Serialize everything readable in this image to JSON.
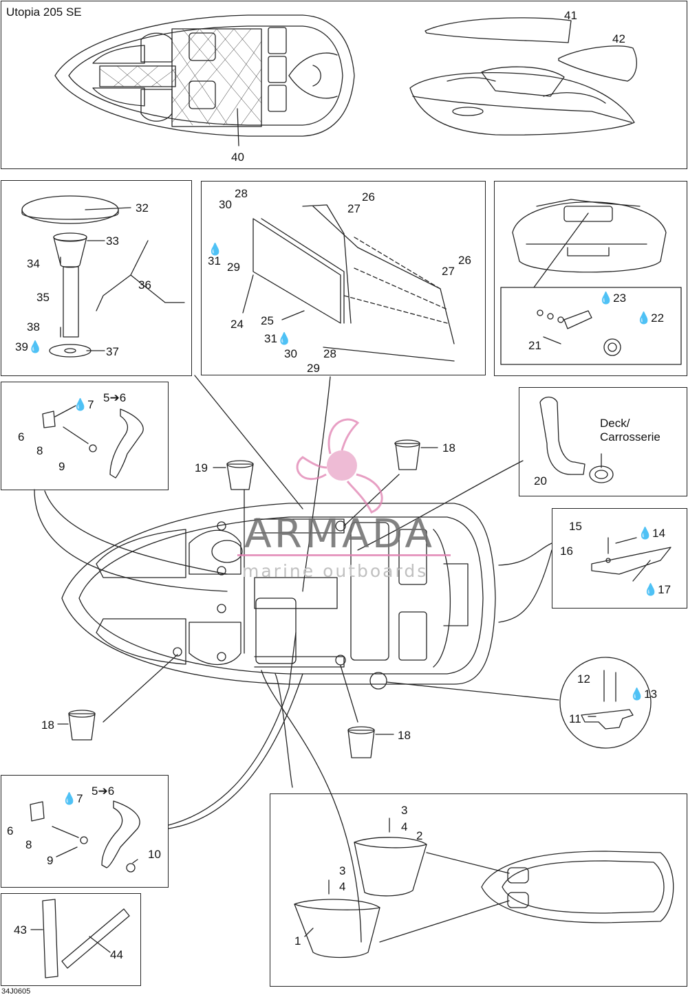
{
  "diagram": {
    "model_title": "Utopia 205 SE",
    "figure_code": "34J0605",
    "watermark": {
      "brand": "ARMADA",
      "tagline": "marine outboards",
      "accent_color": "#e07fb0"
    },
    "deck_label": "Deck/\nCarrosserie",
    "callouts": {
      "c1": "1",
      "c2": "2",
      "c3a": "3",
      "c3b": "3",
      "c4a": "4",
      "c4b": "4",
      "c5_6a": "5➔6",
      "c5_6b": "5➔6",
      "c6a": "6",
      "c6b": "6",
      "c7a": "7",
      "c7b": "7",
      "c8a": "8",
      "c8b": "8",
      "c9a": "9",
      "c9b": "9",
      "c10": "10",
      "c11": "11",
      "c12": "12",
      "c13": "13",
      "c14": "14",
      "c15": "15",
      "c16": "16",
      "c17": "17",
      "c18a": "18",
      "c18b": "18",
      "c18c": "18",
      "c19": "19",
      "c20": "20",
      "c21": "21",
      "c22": "22",
      "c23": "23",
      "c24": "24",
      "c25": "25",
      "c26a": "26",
      "c26b": "26",
      "c27a": "27",
      "c27b": "27",
      "c28a": "28",
      "c28b": "28",
      "c29a": "29",
      "c29b": "29",
      "c30a": "30",
      "c30b": "30",
      "c31a": "31",
      "c31b": "31",
      "c32": "32",
      "c33": "33",
      "c34": "34",
      "c35": "35",
      "c36": "36",
      "c37": "37",
      "c38": "38",
      "c39": "39",
      "c40": "40",
      "c41": "41",
      "c42": "42",
      "c43": "43",
      "c44": "44"
    },
    "icons": [
      "drop-icon",
      "arrow-right-icon"
    ]
  }
}
